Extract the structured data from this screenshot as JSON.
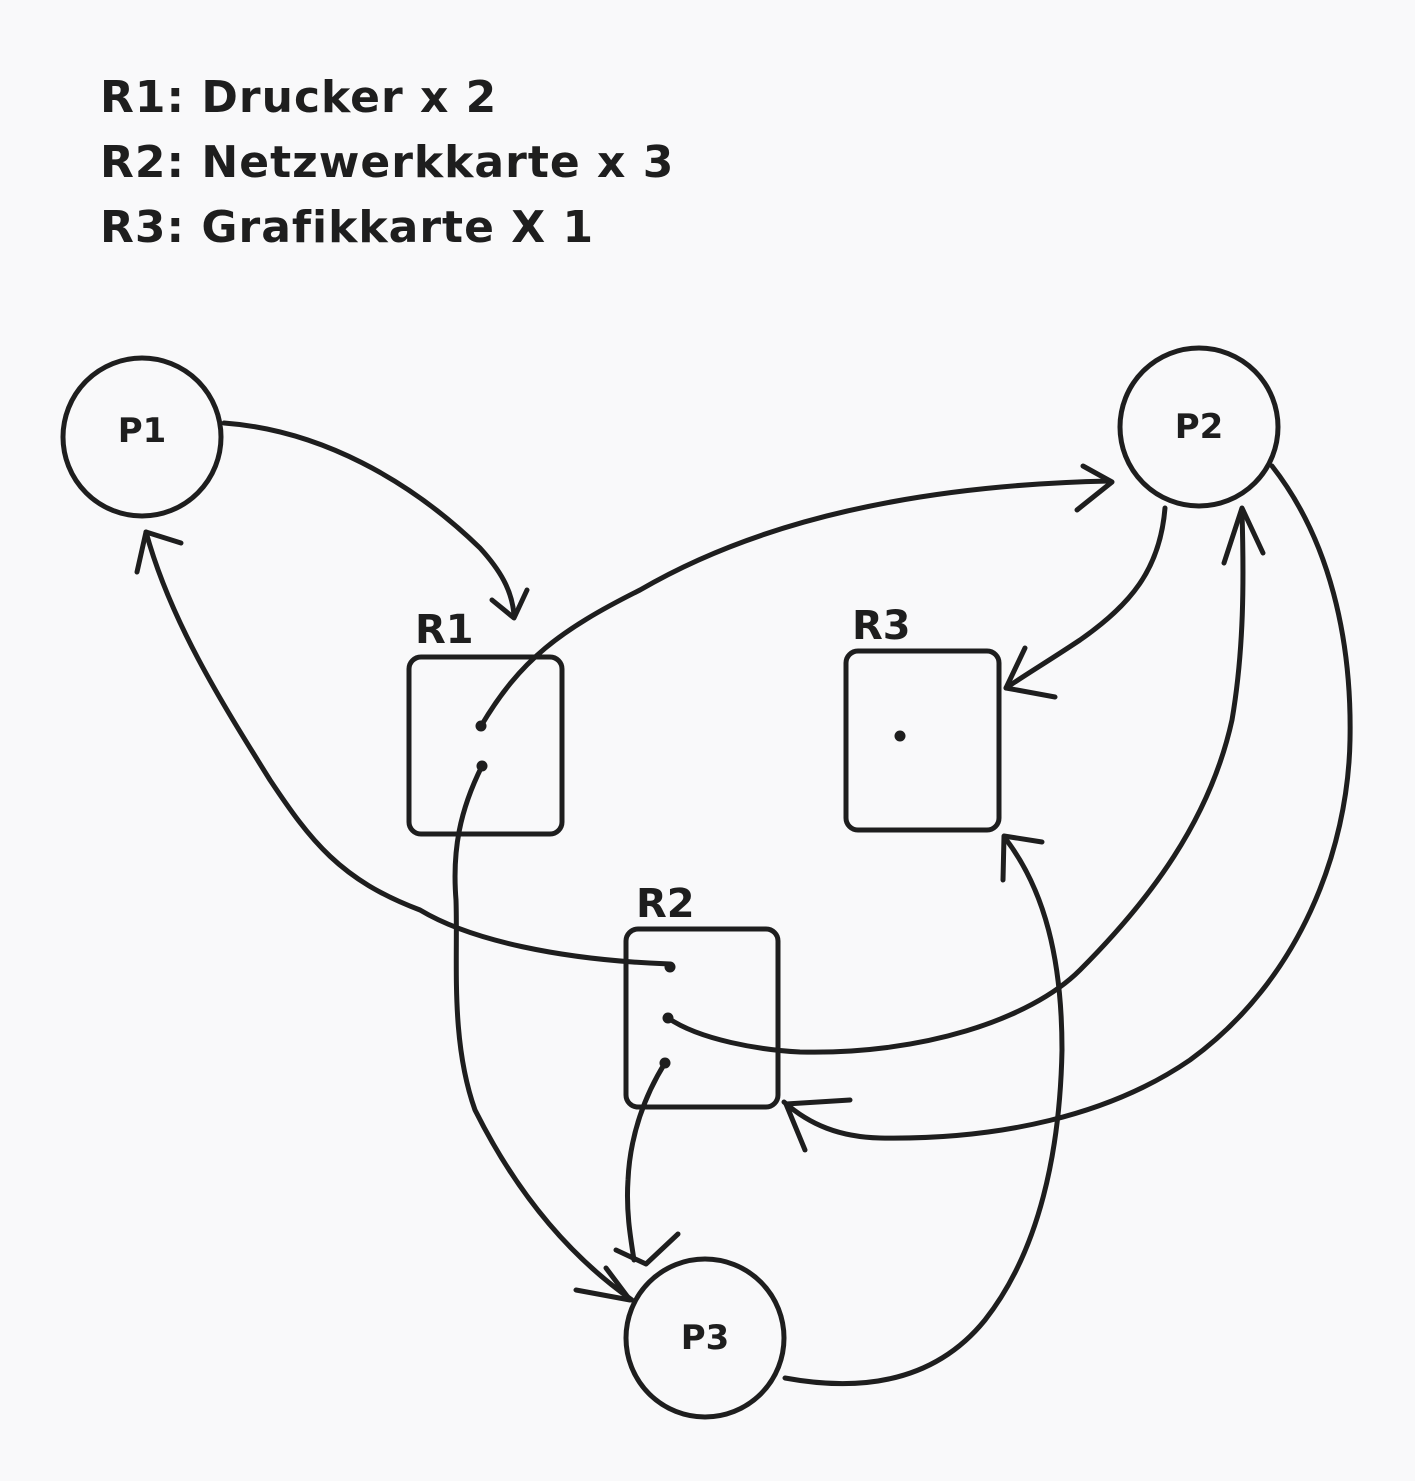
{
  "legend": [
    "R1: Drucker x 2",
    "R2: Netzwerkkarte x 3",
    "R3: Grafikkarte X 1"
  ],
  "processes": {
    "p1": "P1",
    "p2": "P2",
    "p3": "P3"
  },
  "resources": {
    "r1": "R1",
    "r2": "R2",
    "r3": "R3"
  },
  "edges": [
    {
      "from": "P1",
      "to": "R1",
      "type": "request"
    },
    {
      "from": "R1",
      "to": "P2",
      "type": "assignment"
    },
    {
      "from": "R1",
      "to": "P3",
      "type": "assignment"
    },
    {
      "from": "P2",
      "to": "R3",
      "type": "request"
    },
    {
      "from": "R2",
      "to": "P1",
      "type": "assignment"
    },
    {
      "from": "R2",
      "to": "P2",
      "type": "assignment"
    },
    {
      "from": "R2",
      "to": "P3",
      "type": "assignment"
    },
    {
      "from": "P2",
      "to": "R2",
      "type": "request"
    },
    {
      "from": "P3",
      "to": "R3",
      "type": "request"
    }
  ],
  "colors": {
    "background": "#f9f9fa",
    "stroke": "#1e1e1e"
  }
}
